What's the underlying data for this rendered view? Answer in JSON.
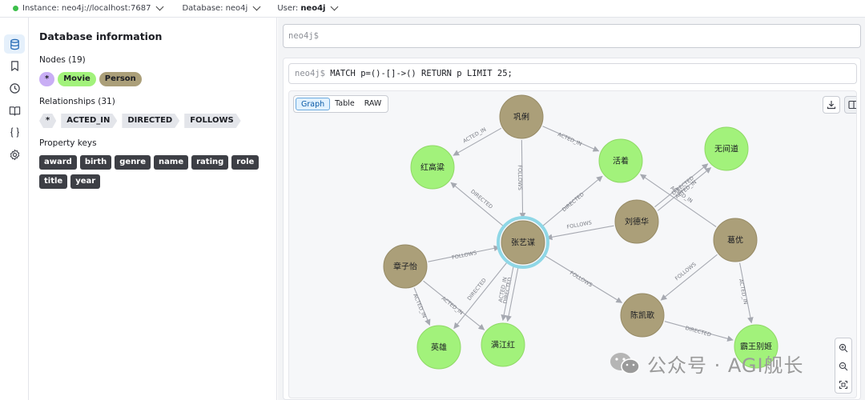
{
  "topbar": {
    "instance_label": "Instance:",
    "instance_value": "neo4j://localhost:7687",
    "database_label": "Database:",
    "database_value": "neo4j",
    "user_label": "User:",
    "user_value": "neo4j",
    "status_color": "#3cbf4a"
  },
  "rail": {
    "items": [
      {
        "icon": "database-icon",
        "active": true
      },
      {
        "icon": "bookmark-icon",
        "active": false
      },
      {
        "icon": "history-icon",
        "active": false
      },
      {
        "icon": "book-icon",
        "active": false
      },
      {
        "icon": "braces-icon",
        "active": false
      },
      {
        "icon": "gear-icon",
        "active": false
      }
    ]
  },
  "panel": {
    "title": "Database information",
    "nodes_title": "Nodes (19)",
    "node_labels": [
      {
        "label": "*",
        "color": "#c9aef5"
      },
      {
        "label": "Movie",
        "color": "#a2f27b"
      },
      {
        "label": "Person",
        "color": "#ab9f79"
      }
    ],
    "relationships_title": "Relationships (31)",
    "relationship_types": [
      "*",
      "ACTED_IN",
      "DIRECTED",
      "FOLLOWS"
    ],
    "property_keys_title": "Property keys",
    "property_keys": [
      "award",
      "birth",
      "genre",
      "name",
      "rating",
      "role",
      "title",
      "year"
    ]
  },
  "editor": {
    "placeholder": "neo4j$"
  },
  "result": {
    "prompt": "neo4j$",
    "query": "MATCH p=()-[]->() RETURN p LIMIT 25;",
    "tabs": [
      "Graph",
      "Table",
      "RAW"
    ],
    "active_tab": "Graph"
  },
  "graph": {
    "colors": {
      "person": "#ab9f79",
      "movie": "#a2f27b",
      "selected_ring": "#8fd7e6",
      "edge": "#a6a9b1"
    },
    "nodes": [
      {
        "id": "gongli",
        "name": "巩俐",
        "type": "person"
      },
      {
        "id": "honggaoliang",
        "name": "红高粱",
        "type": "movie"
      },
      {
        "id": "huozhe",
        "name": "活着",
        "type": "movie"
      },
      {
        "id": "wujiandao",
        "name": "无间道",
        "type": "movie"
      },
      {
        "id": "liudehua",
        "name": "刘德华",
        "type": "person"
      },
      {
        "id": "zhangyimou",
        "name": "张艺谋",
        "type": "person",
        "selected": true
      },
      {
        "id": "geyou",
        "name": "葛优",
        "type": "person"
      },
      {
        "id": "zhangziyi",
        "name": "章子怡",
        "type": "person"
      },
      {
        "id": "chenkaige",
        "name": "陈凯歌",
        "type": "person"
      },
      {
        "id": "yingxiong",
        "name": "英雄",
        "type": "movie"
      },
      {
        "id": "manjianghong",
        "name": "满江红",
        "type": "movie"
      },
      {
        "id": "bawangbieji",
        "name": "霸王别姬",
        "type": "movie"
      }
    ],
    "edges": [
      {
        "from": "gongli",
        "to": "honggaoliang",
        "label": "ACTED_IN"
      },
      {
        "from": "gongli",
        "to": "huozhe",
        "label": "ACTED_IN"
      },
      {
        "from": "gongli",
        "to": "zhangyimou",
        "label": "FOLLOWS"
      },
      {
        "from": "zhangyimou",
        "to": "honggaoliang",
        "label": "DIRECTED"
      },
      {
        "from": "zhangyimou",
        "to": "huozhe",
        "label": "DIRECTED"
      },
      {
        "from": "liudehua",
        "to": "zhangyimou",
        "label": "FOLLOWS"
      },
      {
        "from": "liudehua",
        "to": "wujiandao",
        "label": "DIRECTED"
      },
      {
        "from": "liudehua",
        "to": "wujiandao",
        "label": "ACTED_IN"
      },
      {
        "from": "geyou",
        "to": "huozhe",
        "label": "ACTED_IN"
      },
      {
        "from": "zhangziyi",
        "to": "zhangyimou",
        "label": "FOLLOWS"
      },
      {
        "from": "zhangyimou",
        "to": "chenkaige",
        "label": "FOLLOWS"
      },
      {
        "from": "geyou",
        "to": "chenkaige",
        "label": "FOLLOWS"
      },
      {
        "from": "geyou",
        "to": "bawangbieji",
        "label": "ACTED_IN"
      },
      {
        "from": "chenkaige",
        "to": "bawangbieji",
        "label": "DIRECTED"
      },
      {
        "from": "zhangziyi",
        "to": "yingxiong",
        "label": "ACTED_IN"
      },
      {
        "from": "zhangziyi",
        "to": "manjianghong",
        "label": "ACTED_IN"
      },
      {
        "from": "zhangyimou",
        "to": "yingxiong",
        "label": "DIRECTED"
      },
      {
        "from": "zhangyimou",
        "to": "manjianghong",
        "label": "DIRECTED"
      },
      {
        "from": "zhangyimou",
        "to": "manjianghong",
        "label": "ACTED_IN"
      }
    ]
  },
  "watermark": {
    "text": "公众号 · AGI舰长"
  }
}
